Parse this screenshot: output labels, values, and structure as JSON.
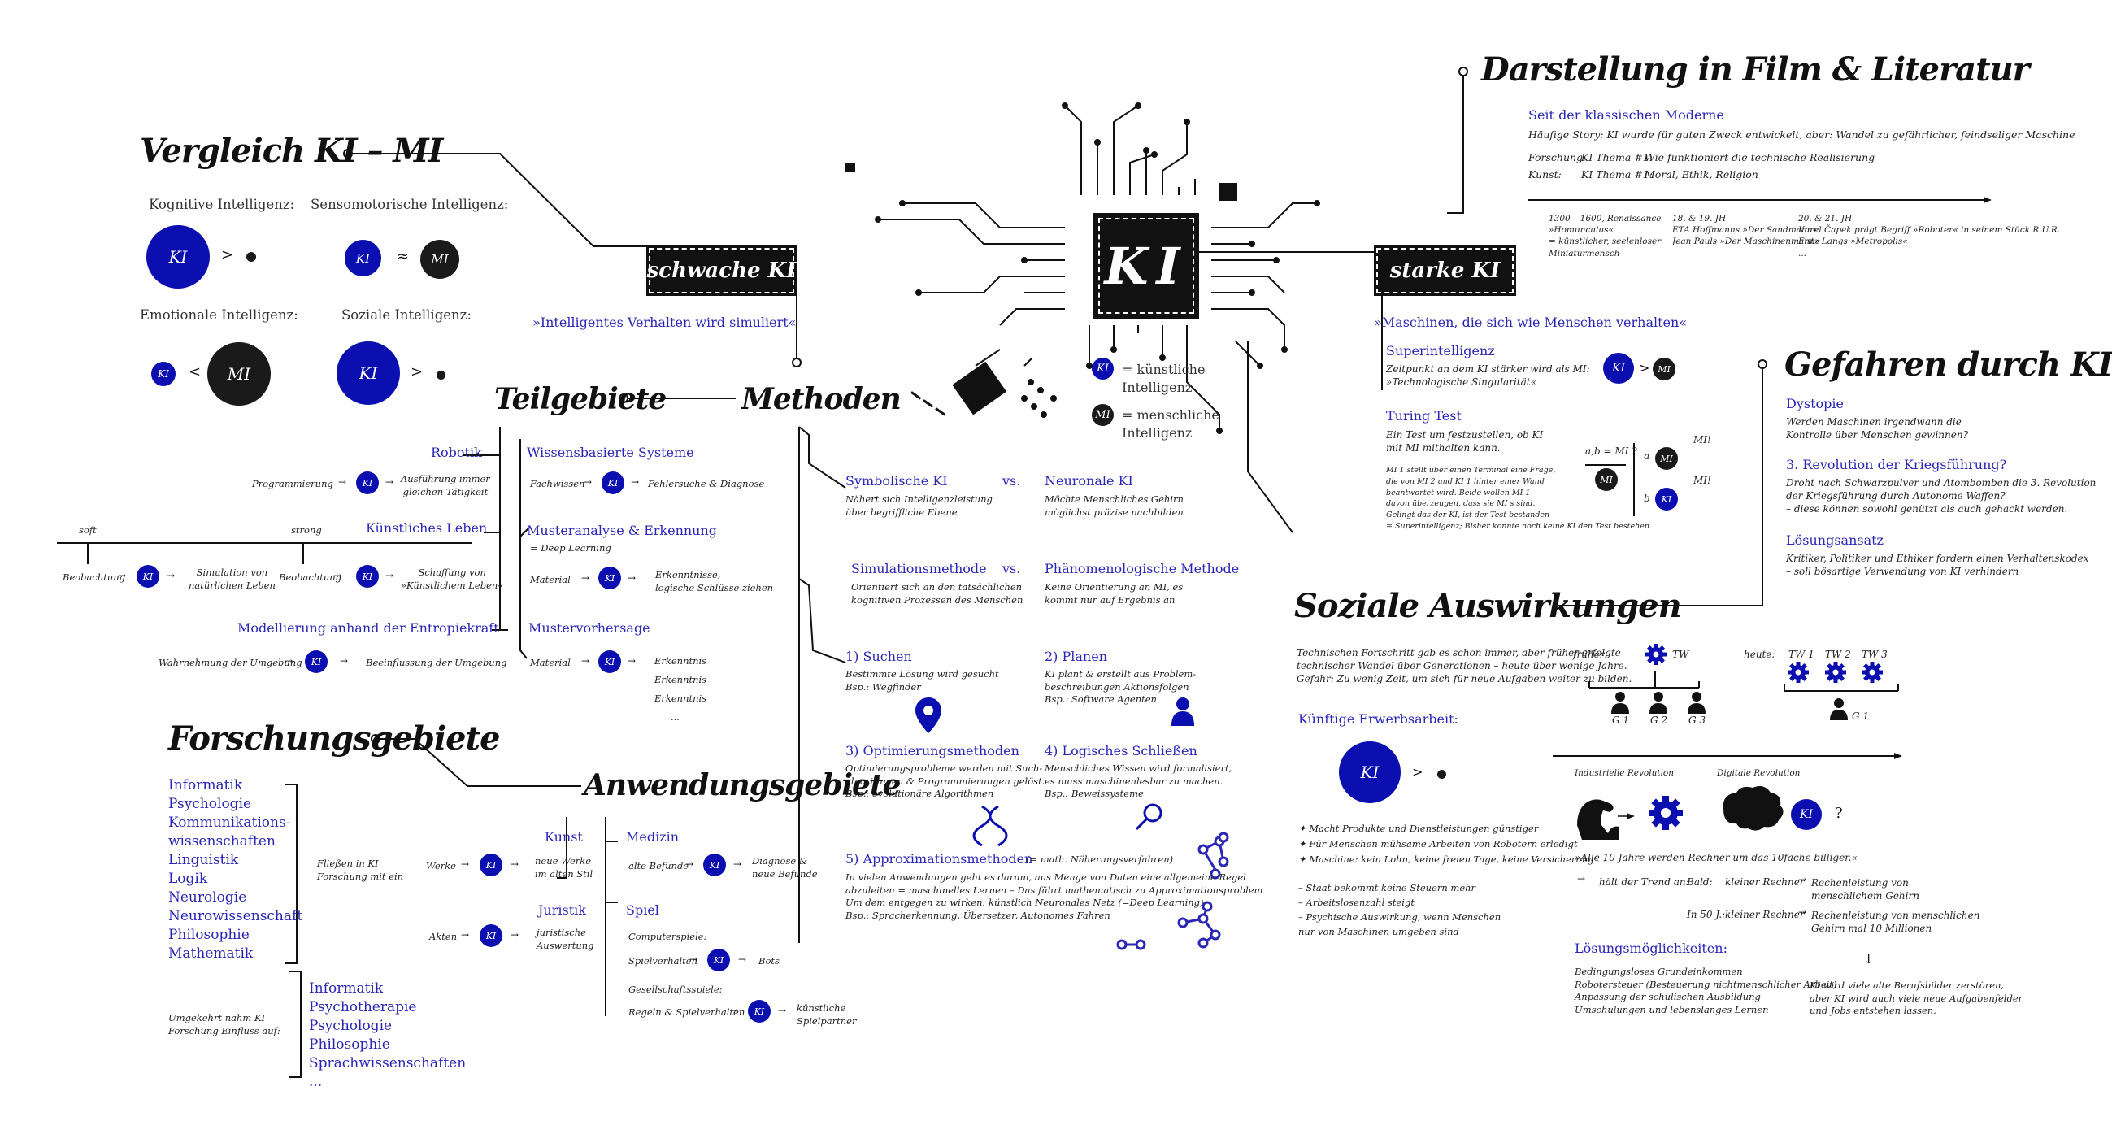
{
  "center": {
    "chip": "KI",
    "legend_ki": "KI",
    "legend_ki_text": "= künstliche Intelligenz",
    "legend_mi": "MI",
    "legend_mi_text": "= menschliche Intelligenz"
  },
  "schwache": {
    "box": "schwache KI",
    "quote": "»Intelligentes Verhalten wird simuliert«"
  },
  "starke": {
    "box": "starke KI",
    "quote": "»Maschinen, die sich wie Menschen verhalten«"
  },
  "vergleich": {
    "title": "Vergleich KI – MI",
    "kog": "Kognitive Intelligenz:",
    "sens": "Sensomotorische Intelligenz:",
    "emo": "Emotionale Intelligenz:",
    "soz": "Soziale Intelligenz:",
    "ki": "KI",
    "mi": "MI",
    "gt": ">",
    "lt": "<",
    "approx": "≈"
  },
  "film": {
    "title": "Darstellung in Film & Literatur",
    "sub": "Seit der klassischen Moderne",
    "story": "Häufige Story: KI wurde für guten Zweck entwickelt, aber: Wandel zu gefährlicher, feindseliger Maschine",
    "f_label": "Forschung:",
    "f_a": "KI Thema #1:",
    "f_b": "Wie funktioniert die technische Realisierung",
    "k_label": "Kunst:",
    "k_a": "KI Thema #1:",
    "k_b": "Moral, Ethik, Religion",
    "t1": "1300 – 1600, Renaissance\n»Homunculus«\n= künstlicher, seelenloser\nMiniaturmensch",
    "t2": "18. & 19. JH\nETA Hoffmanns »Der Sandmann«\nJean Pauls »Der Maschinenmann«",
    "t3": "20. & 21. JH\nKarel Čapek prägt Begriff »Roboter« in seinem Stück R.U.R.\nFritz Langs »Metropolis«\n..."
  },
  "superint": {
    "title": "Superintelligenz",
    "text": "Zeitpunkt an dem KI stärker wird als MI:\n»Technologische Singularität«",
    "turing_title": "Turing Test",
    "turing_text": "Ein Test um festzustellen, ob KI\nmit MI mithalten kann.",
    "turing_small": "MI 1 stellt über einen Terminal eine Frage,\ndie von MI 2 und KI 1 hinter einer Wand\nbeantwortet wird. Beide wollen MI 1\ndavon überzeugen, dass sie MI s sind.\nGelingt das der KI, ist der Test bestanden\n= Superintelligenz; Bisher konnte noch keine KI den Test bestehen.",
    "ab": "a,b = MI ?",
    "a": "a",
    "b": "b",
    "mi_ex": "MI!"
  },
  "gefahren": {
    "title": "Gefahren durch KI",
    "d1": "Dystopie",
    "d1t": "Werden Maschinen irgendwann die\nKontrolle über Menschen gewinnen?",
    "d2": "3. Revolution der Kriegsführung?",
    "d2t": "Droht nach Schwarzpulver und Atombomben die 3. Revolution\nder Kriegsführung durch Autonome Waffen?\n– diese können sowohl genützt als auch gehackt werden.",
    "d3": "Lösungsansatz",
    "d3t": "Kritiker, Politiker und Ethiker fordern einen Verhaltenskodex\n– soll bösartige Verwendung von KI verhindern"
  },
  "teilgebiete": {
    "title": "Teilgebiete",
    "robotik": "Robotik",
    "rob_a": "Programmierung",
    "rob_b": "Ausführung immer\ngleichen Tätigkeit",
    "leben": "Künstliches Leben",
    "soft": "soft",
    "strong": "strong",
    "l_a": "Beobachtung",
    "l_b": "Simulation von\nnatürlichen Leben",
    "l_c": "Beobachtung",
    "l_d": "Schaffung von\n»Künstlichem Leben«",
    "entropie": "Modellierung anhand der Entropiekraft",
    "e_a": "Wahrnehmung der Umgebung",
    "e_b": "Beeinflussung der Umgebung",
    "wissen": "Wissensbasierte Systeme",
    "w_a": "Fachwissen",
    "w_b": "Fehlersuche & Diagnose",
    "muster": "Musteranalyse & Erkennung",
    "muster_sub": "= Deep Learning",
    "m_a": "Material",
    "m_b": "Erkenntnisse,\nlogische Schlüsse ziehen",
    "vorher": "Mustervorhersage",
    "v_a": "Material",
    "erk": [
      "Erkenntnis",
      "Erkenntnis",
      "Erkenntnis",
      "..."
    ]
  },
  "methoden": {
    "title": "Methoden",
    "sym": "Symbolische KI",
    "sym_t": "Nähert sich Intelligenzleistung\nüber begriffliche Ebene",
    "vs": "vs.",
    "neu": "Neuronale KI",
    "neu_t": "Möchte Menschliches Gehirn\nmöglichst präzise nachbilden",
    "sim": "Simulationsmethode",
    "sim_t": "Orientiert sich an den tatsächlichen\nkognitiven Prozessen des Menschen",
    "phae": "Phänomenologische Methode",
    "phae_t": "Keine Orientierung an MI, es\nkommt nur auf Ergebnis an",
    "s1": "1) Suchen",
    "s1t": "Bestimmte Lösung wird gesucht\nBsp.: Wegfinder",
    "s2": "2) Planen",
    "s2t": "KI plant & erstellt aus Problem-\nbeschreibungen Aktionsfolgen\nBsp.: Software Agenten",
    "s3": "3) Optimierungsmethoden",
    "s3t": "Optimierungsprobleme werden mit Such-\nalgorithmen & Programmierungen gelöst.\nBsp.: evolutionäre Algorithmen",
    "s4": "4) Logisches Schließen",
    "s4t": "Menschliches Wissen wird formalisiert,\nes muss maschinenlesbar zu machen.\nBsp.: Beweissysteme",
    "s5": "5) Approximationsmethoden",
    "s5s": "(= math. Näherungsverfahren)",
    "s5t": "In vielen Anwendungen geht es darum, aus Menge von Daten eine allgemeine Regel\nabzuleiten = maschinelles Lernen – Das führt mathematisch zu Approximationsproblem\nUm dem entgegen zu wirken: künstlich Neuronales Netz (=Deep Learning)\nBsp.: Spracherkennung, Übersetzer, Autonomes Fahren"
  },
  "soziale": {
    "title": "Soziale Auswirkungen",
    "intro": "Technischen Fortschritt gab es schon immer, aber früher erfolgte\ntechnischer Wandel über Generationen – heute über wenige Jahre.\nGefahr: Zu wenig Zeit, um sich für neue Aufgaben weiter zu bilden.",
    "frueher": "früher:",
    "heute": "heute:",
    "tw": "TW",
    "tw1": "TW 1",
    "tw2": "TW 2",
    "tw3": "TW 3",
    "g1": "G 1",
    "g2": "G 2",
    "g3": "G 3",
    "erwerb": "Künftige Erwerbsarbeit:",
    "plus": [
      "Macht Produkte und Dienstleistungen günstiger",
      "Für Menschen mühsame Arbeiten von Robotern erledigt",
      "Maschine: kein Lohn, keine freien Tage, keine Versicherung ..."
    ],
    "minus": [
      "Staat bekommt keine Steuern mehr",
      "Arbeitslosenzahl steigt",
      "Psychische Auswirkung, wenn Menschen\nnur von Maschinen umgeben sind"
    ],
    "ind": "Industrielle Revolution",
    "dig": "Digitale Revolution",
    "rechner": "»Alle 10 Jahre werden Rechner um das 10fache billiger.«",
    "trend": "hält der Trend an:",
    "bald": "Bald:",
    "bald_a": "kleiner Rechner",
    "bald_b": "Rechenleistung von\nmenschlichem Gehirn",
    "j50": "In 50 J.:",
    "j50_a": "kleiner Rechner",
    "j50_b": "Rechenleistung von menschlichen\nGehirn mal 10 Millionen",
    "loes": "Lösungsmöglichkeiten:",
    "loes_l": "Bedingungsloses Grundeinkommen\nRobotersteuer (Besteuerung nichtmenschlicher Arbeit)\nAnpassung der schulischen Ausbildung\nUmschulungen und lebenslanges Lernen",
    "loes_r": "KI wird viele alte Berufsbilder zerstören,\naber KI wird auch viele neue Aufgabenfelder\nund Jobs entstehen lassen.",
    "arrow": "↓",
    "q": "?"
  },
  "forschung": {
    "title": "Forschungsgebiete",
    "list1": [
      "Informatik",
      "Psychologie",
      "Kommunikations-",
      "wissenschaften",
      "Linguistik",
      "Logik",
      "Neurologie",
      "Neurowissenschaft",
      "Philosophie",
      "Mathematik"
    ],
    "fliessen": "Fließen in KI\nForschung mit ein",
    "list2": [
      "Informatik",
      "Psychotherapie",
      "Psychologie",
      "Philosophie",
      "Sprachwissenschaften",
      "..."
    ],
    "umgekehrt": "Umgekehrt nahm KI\nForschung Einfluss auf:"
  },
  "anwendung": {
    "title": "Anwendungsgebiete",
    "kunst": "Kunst",
    "k_a": "Werke",
    "k_b": "neue Werke\nim alten Stil",
    "jur": "Juristik",
    "j_a": "Akten",
    "j_b": "juristische\nAuswertung",
    "med": "Medizin",
    "m_a": "alte Befunde",
    "m_b": "Diagnose &\nneue Befunde",
    "spiel": "Spiel",
    "sp1": "Computerspiele:",
    "sp1a": "Spielverhalten",
    "sp1b": "Bots",
    "sp2": "Gesellschaftsspiele:",
    "sp2a": "Regeln & Spielverhalten",
    "sp2b": "künstliche\nSpielpartner"
  }
}
